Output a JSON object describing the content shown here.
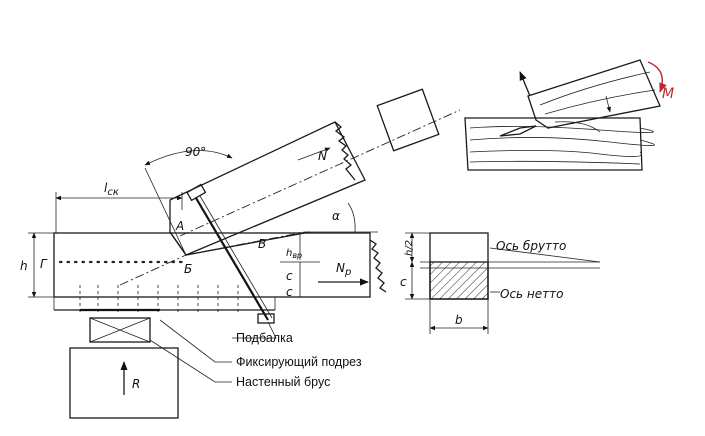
{
  "labels": {
    "angle_90": "90°",
    "l_ck": "l",
    "l_ck_sub": "ск",
    "N": "N",
    "alpha": "α",
    "A": "А",
    "B": "Б",
    "V": "В",
    "G": "Г",
    "h": "h",
    "h_vr": "h",
    "h_vr_sub": "вр",
    "c_top": "c",
    "c_bottom": "c",
    "N_p": "N",
    "N_p_sub": "р",
    "R": "R",
    "M": "M",
    "h_half": "h/2",
    "c_section": "c",
    "b": "b"
  },
  "callouts": {
    "podbalka": "Подбалка",
    "podrez": "Фиксирующий подрез",
    "brus": "Настенный брус"
  },
  "section_axes": {
    "gross": "Ось брутто",
    "net": "Ось нетто"
  },
  "colors": {
    "ink": "#1a1a1a",
    "accent_red": "#c0282d"
  }
}
